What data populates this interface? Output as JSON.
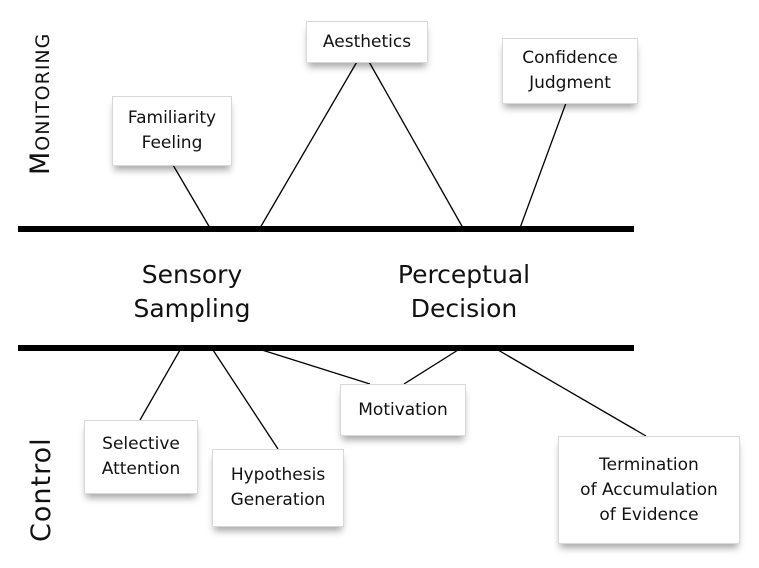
{
  "axes": {
    "monitoring": "Monitoring",
    "control": "Control"
  },
  "central": {
    "sensory_sampling": "Sensory\nSampling",
    "perceptual_decision": "Perceptual\nDecision"
  },
  "monitoring_boxes": {
    "familiarity_feeling": "Familiarity\nFeeling",
    "aesthetics": "Aesthetics",
    "confidence_judgment": "Confidence\nJudgment"
  },
  "control_boxes": {
    "selective_attention": "Selective\nAttention",
    "hypothesis_generation": "Hypothesis\nGeneration",
    "motivation": "Motivation",
    "termination": "Termination\nof Accumulation\nof Evidence"
  },
  "colors": {
    "line": "#000000",
    "box_border": "#d8d8d8",
    "background": "#ffffff"
  }
}
